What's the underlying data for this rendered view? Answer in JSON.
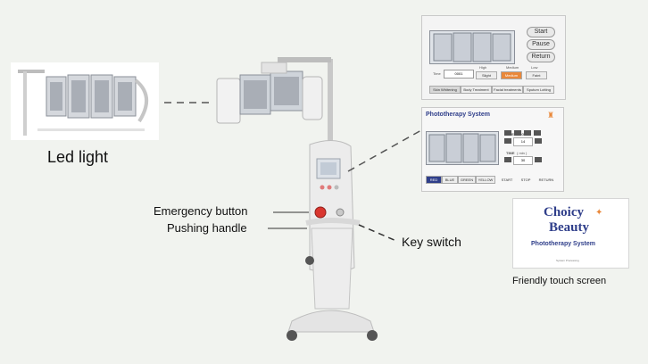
{
  "labels": {
    "led_light": "Led light",
    "emergency_button": "Emergency button",
    "pushing_handle": "Pushing handle",
    "key_switch": "Key switch",
    "friendly_touch_screen": "Friendly touch screen"
  },
  "screen1": {
    "buttons": [
      "Start",
      "Pause",
      "Return"
    ],
    "time_label": "Time",
    "time_value": "0001",
    "modes": [
      "High",
      "Medium",
      "Low"
    ],
    "mode_options": [
      "Slight",
      "Medium",
      "Faint"
    ],
    "tabs": [
      "Skin Whitening",
      "Body Treatment",
      "Facial treatments",
      "Sputum Lotting"
    ]
  },
  "screen2": {
    "title": "Phototherapy System",
    "energy_label": "ENERGY",
    "energy_value": "14",
    "time_label": "TIME",
    "time_unit": "( min )",
    "time_value": "30",
    "bottom_buttons": [
      "RED",
      "BLUE",
      "GREEN",
      "YELLOW",
      "START",
      "STOP",
      "RETURN"
    ]
  },
  "logo_card": {
    "brand_line1": "Choicy",
    "brand_line2": "Beauty",
    "subtitle": "Phototherapy System",
    "footer": "System Processing"
  },
  "colors": {
    "background": "#f1f3ef",
    "accent_orange": "#e9883a",
    "screen_blue": "#2f3e8a",
    "device_white": "#e8e8e8"
  }
}
